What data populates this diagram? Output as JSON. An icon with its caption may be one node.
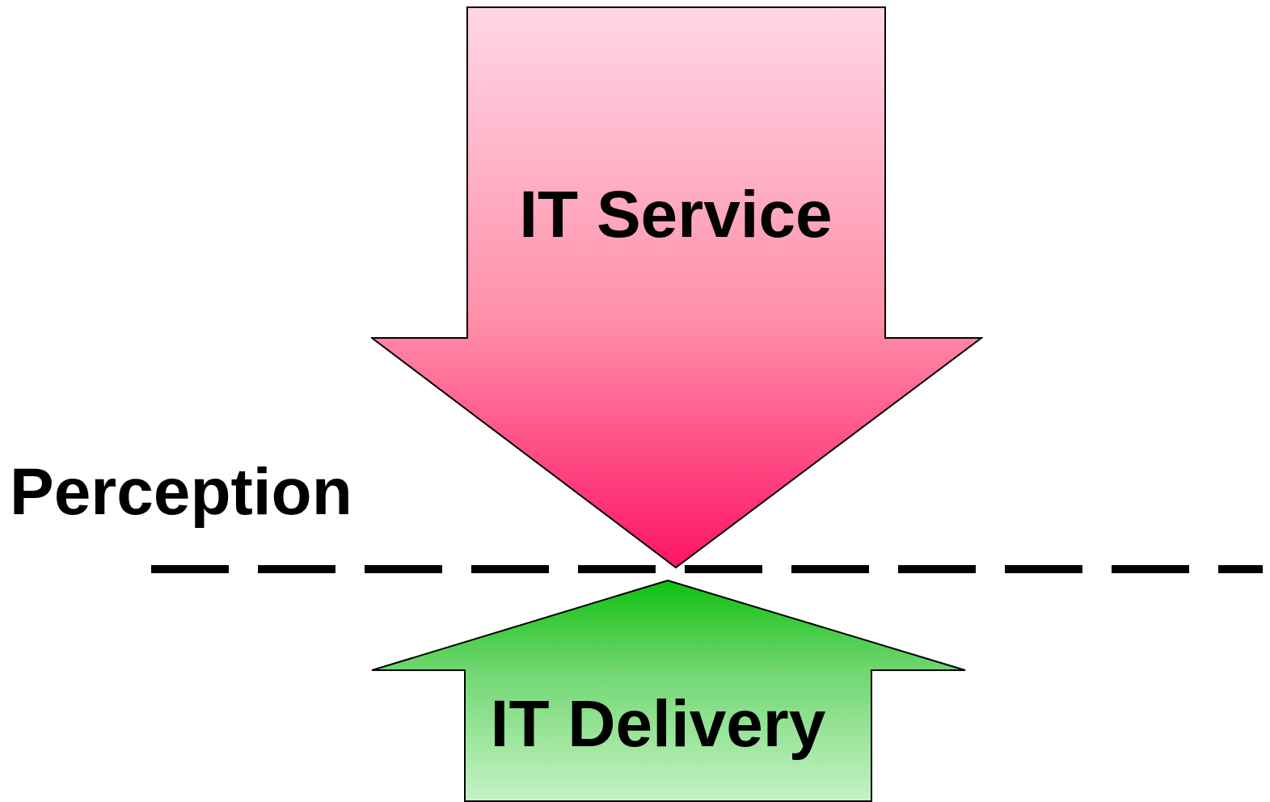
{
  "diagram": {
    "nodes": [
      {
        "text": [
          "IT Service"
        ]
      },
      {
        "text": [
          "IT Delivery"
        ]
      }
    ],
    "labels": [
      "Perception"
    ]
  }
}
